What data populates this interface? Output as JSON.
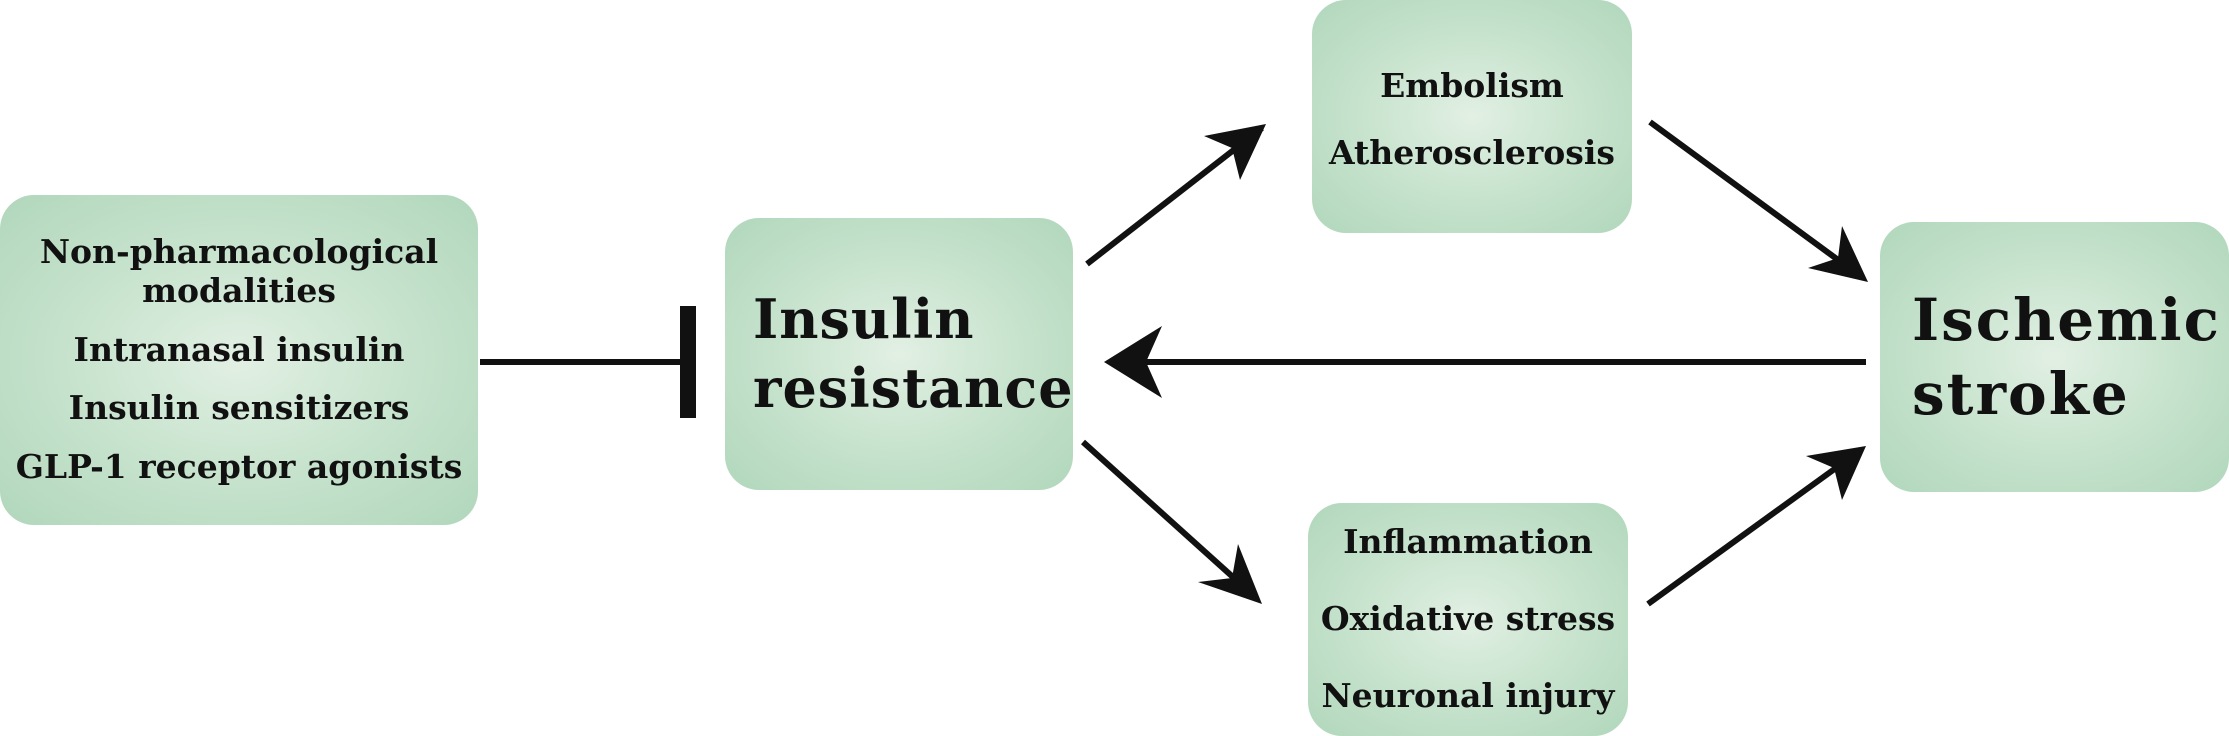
{
  "diagram": {
    "treatments": {
      "lines": [
        "Non-pharmacological",
        "modalities",
        "Intranasal insulin",
        "Insulin sensitizers",
        "GLP-1 receptor agonists"
      ]
    },
    "insulin_resistance": {
      "lines": [
        "Insulin",
        "resistance"
      ]
    },
    "vascular_mechanisms": {
      "lines": [
        "Embolism",
        "Atherosclerosis"
      ]
    },
    "cellular_mechanisms": {
      "lines": [
        "Inflammation",
        "Oxidative stress",
        "Neuronal injury"
      ]
    },
    "ischemic_stroke": {
      "lines": [
        "Ischemic",
        "stroke"
      ]
    },
    "colors": {
      "box_fill_center": "#e2f0e4",
      "box_fill_edge": "#b1d7bb",
      "arrow": "#111111",
      "text": "#111111"
    }
  }
}
